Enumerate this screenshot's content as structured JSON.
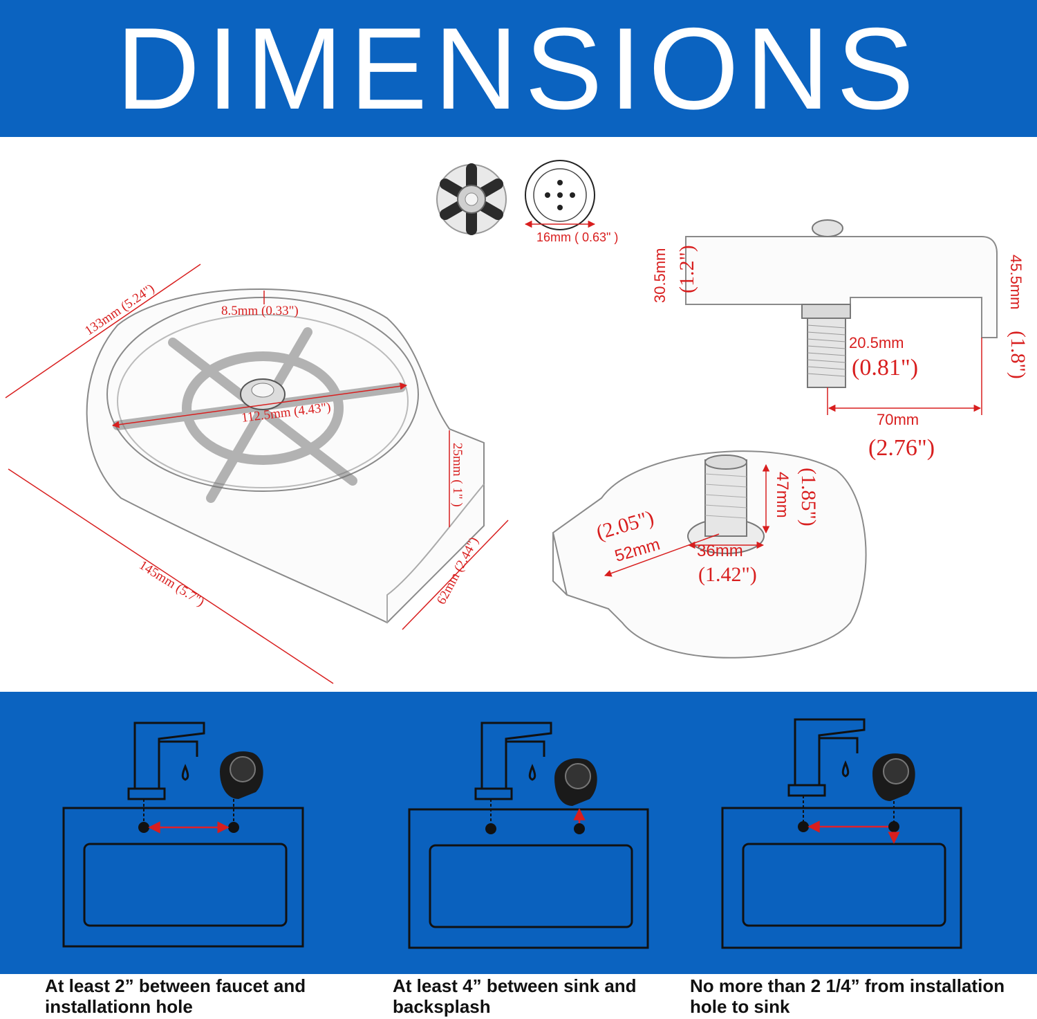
{
  "banner": {
    "title": "DIMENSIONS"
  },
  "colors": {
    "banner_blue": "#0b63c0",
    "dimension_red": "#d81e1e"
  },
  "icons": [
    "spray-nozzle-photo-icon",
    "nozzle-holes-icon",
    "faucet-icon",
    "rinser-icon",
    "sink-icon"
  ],
  "dimensions": {
    "nozzle_width": "16mm ( 0.63\" )",
    "outer_width": "133mm (5.24\")",
    "lip_height": "8.5mm (0.33\")",
    "inner_diameter": "112.5mm (4.43\")",
    "side_height": "25mm ( 1\" )",
    "spout_width": "62mm (2.44\")",
    "total_length": "145mm (5.7\")",
    "body_height_mm": "30.5mm",
    "body_height_in": "(1.2\")",
    "total_height_mm": "45.5mm",
    "total_height_in": "(1.8\")",
    "thread_dia_mm": "20.5mm",
    "thread_dia_in": "(0.81\")",
    "offset_mm": "70mm",
    "offset_in": "(2.76\")",
    "bottom_width_in": "(2.05\")",
    "bottom_width_mm": "52mm",
    "thread_length_mm": "47mm",
    "thread_length_in": "(1.85\")",
    "nut_dia_mm": "36mm",
    "nut_dia_in": "(1.42\")"
  },
  "captions": [
    {
      "line1": "At least 2” between faucet and",
      "line2": "installationn hole"
    },
    {
      "line1": "At least 4” between sink and",
      "line2": "backsplash"
    },
    {
      "line1": "No more than 2 1/4” from installation",
      "line2": "hole to sink"
    }
  ]
}
